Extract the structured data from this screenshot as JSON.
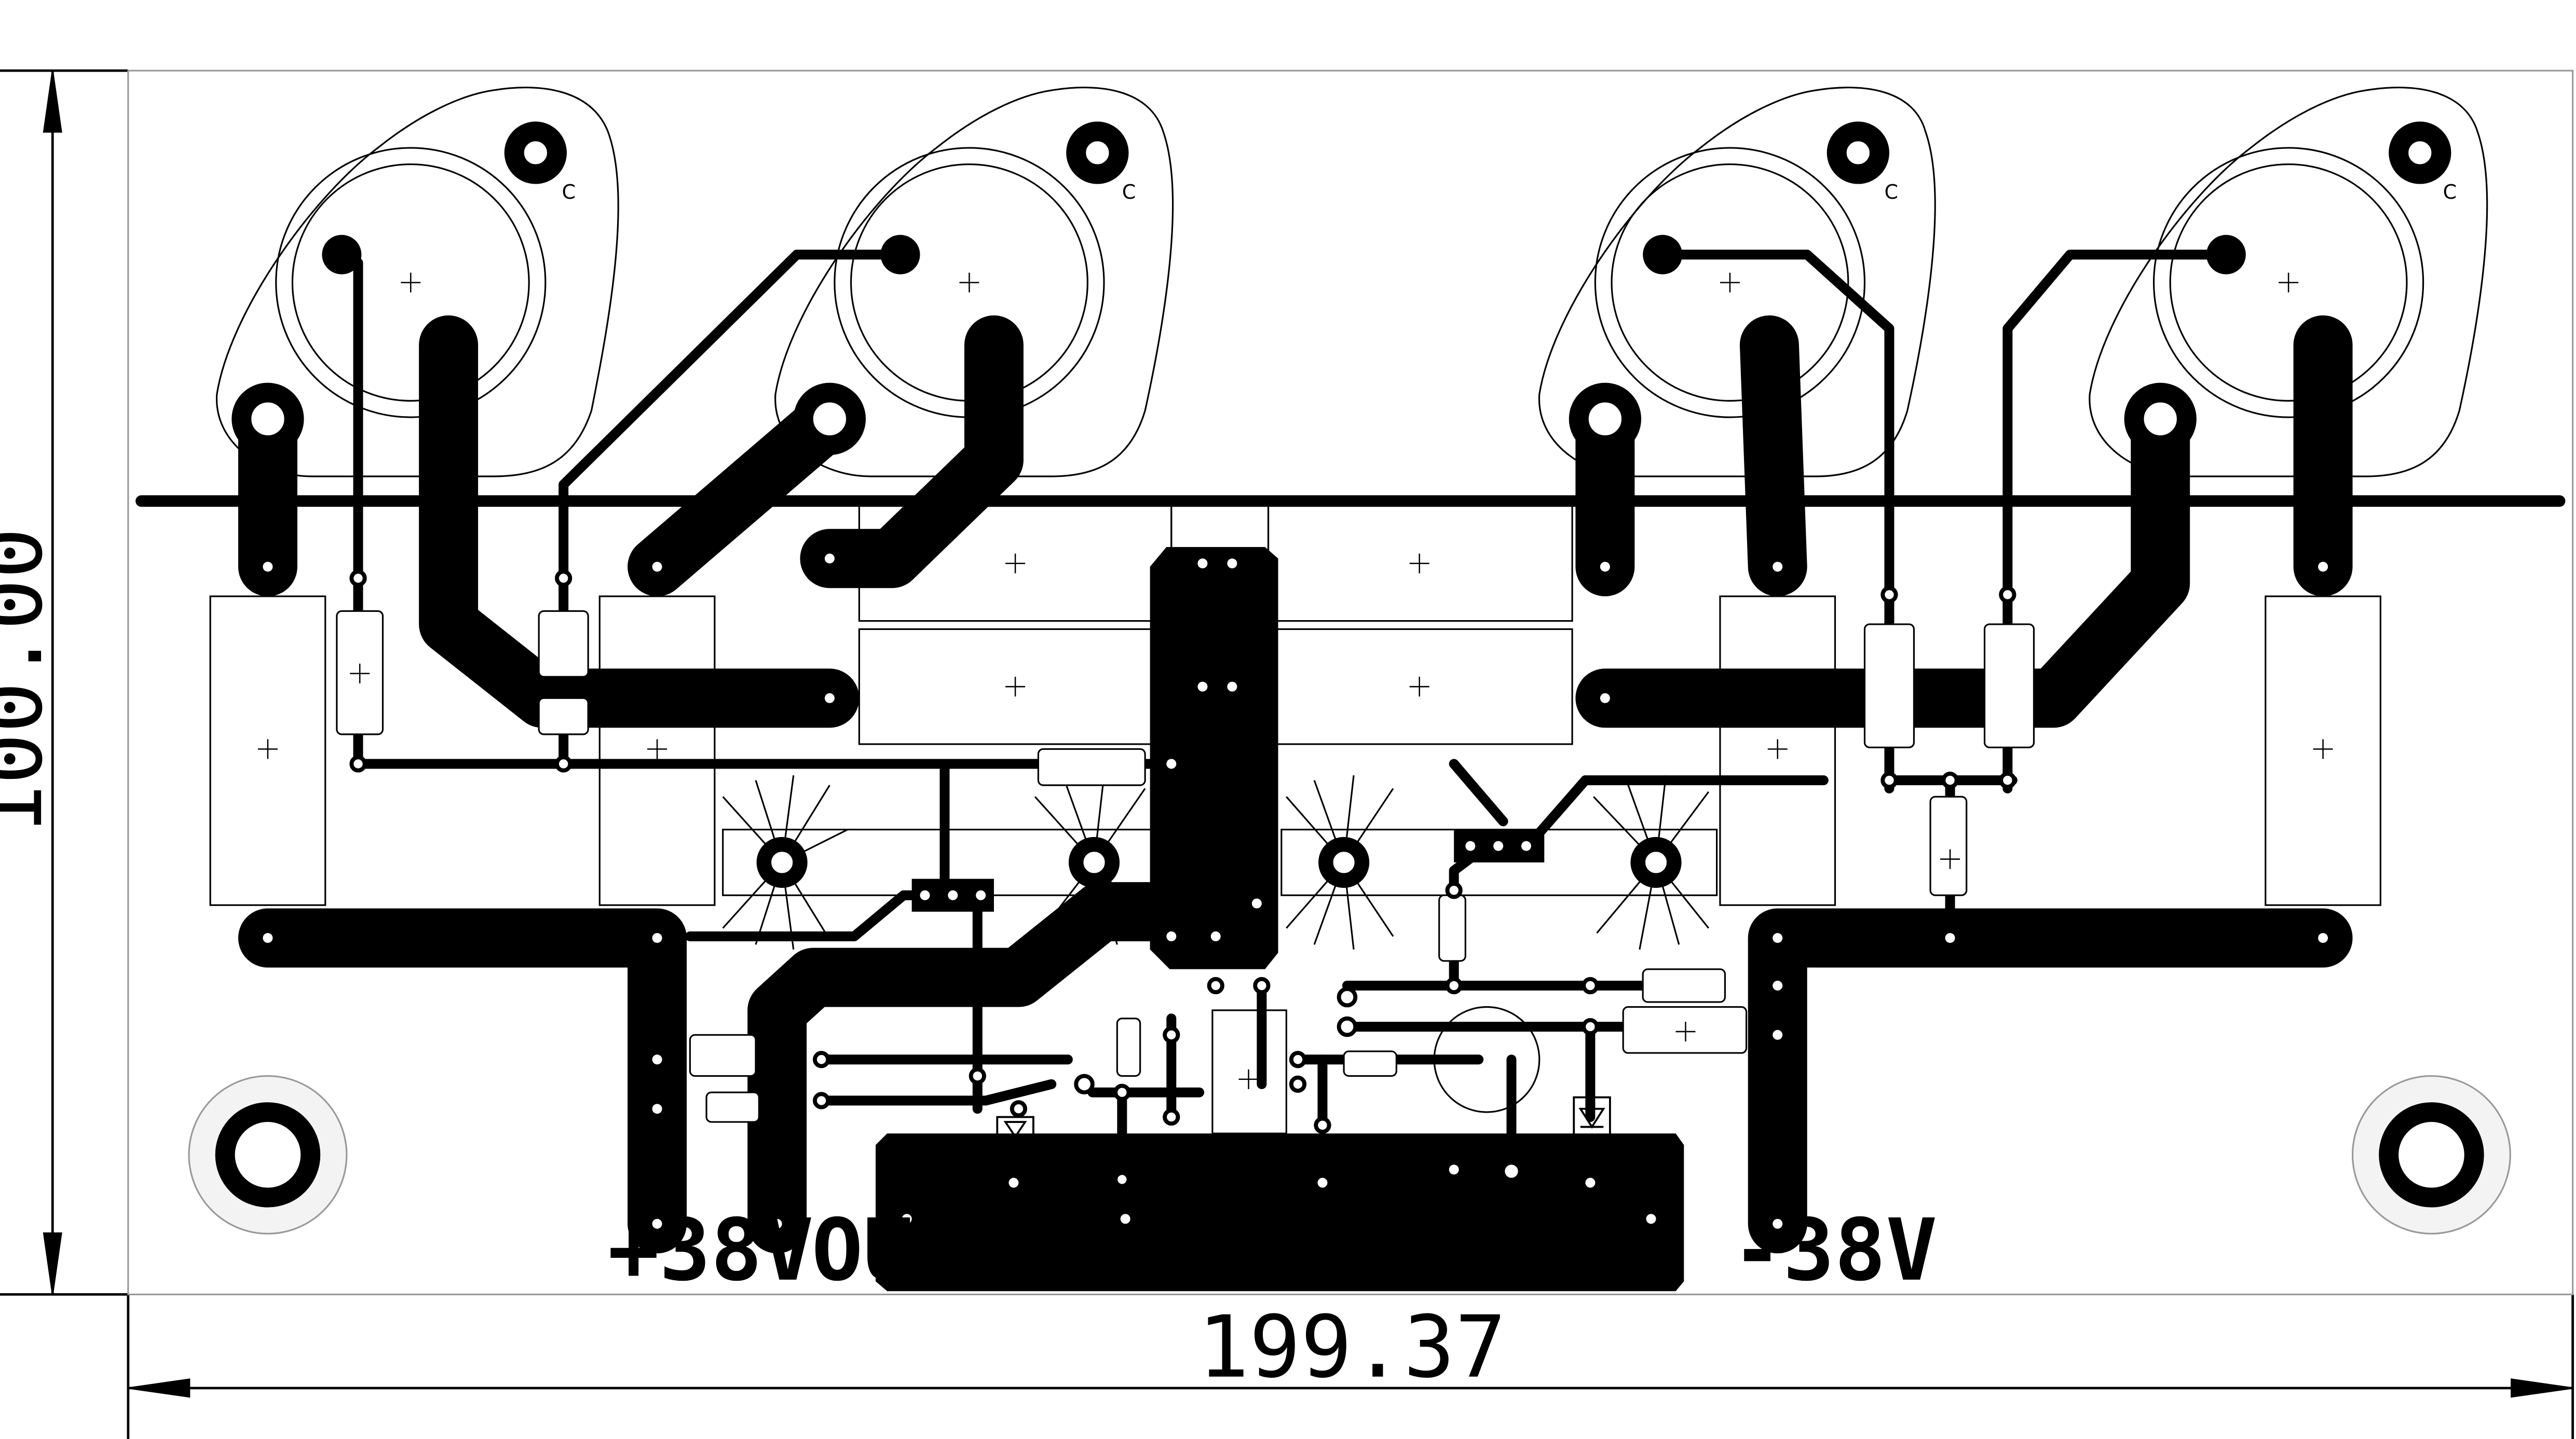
{
  "dimensions": {
    "height": "100.00",
    "width": "199.37"
  },
  "net_labels": {
    "positive_supply": "+38V",
    "output": "OUT",
    "negative_supply": "-38V"
  },
  "transistor_marks": {
    "collector": "C"
  },
  "colors": {
    "copper": "#000000",
    "silkscreen": "#000000",
    "board": "#ffffff",
    "outline": "#888888"
  }
}
